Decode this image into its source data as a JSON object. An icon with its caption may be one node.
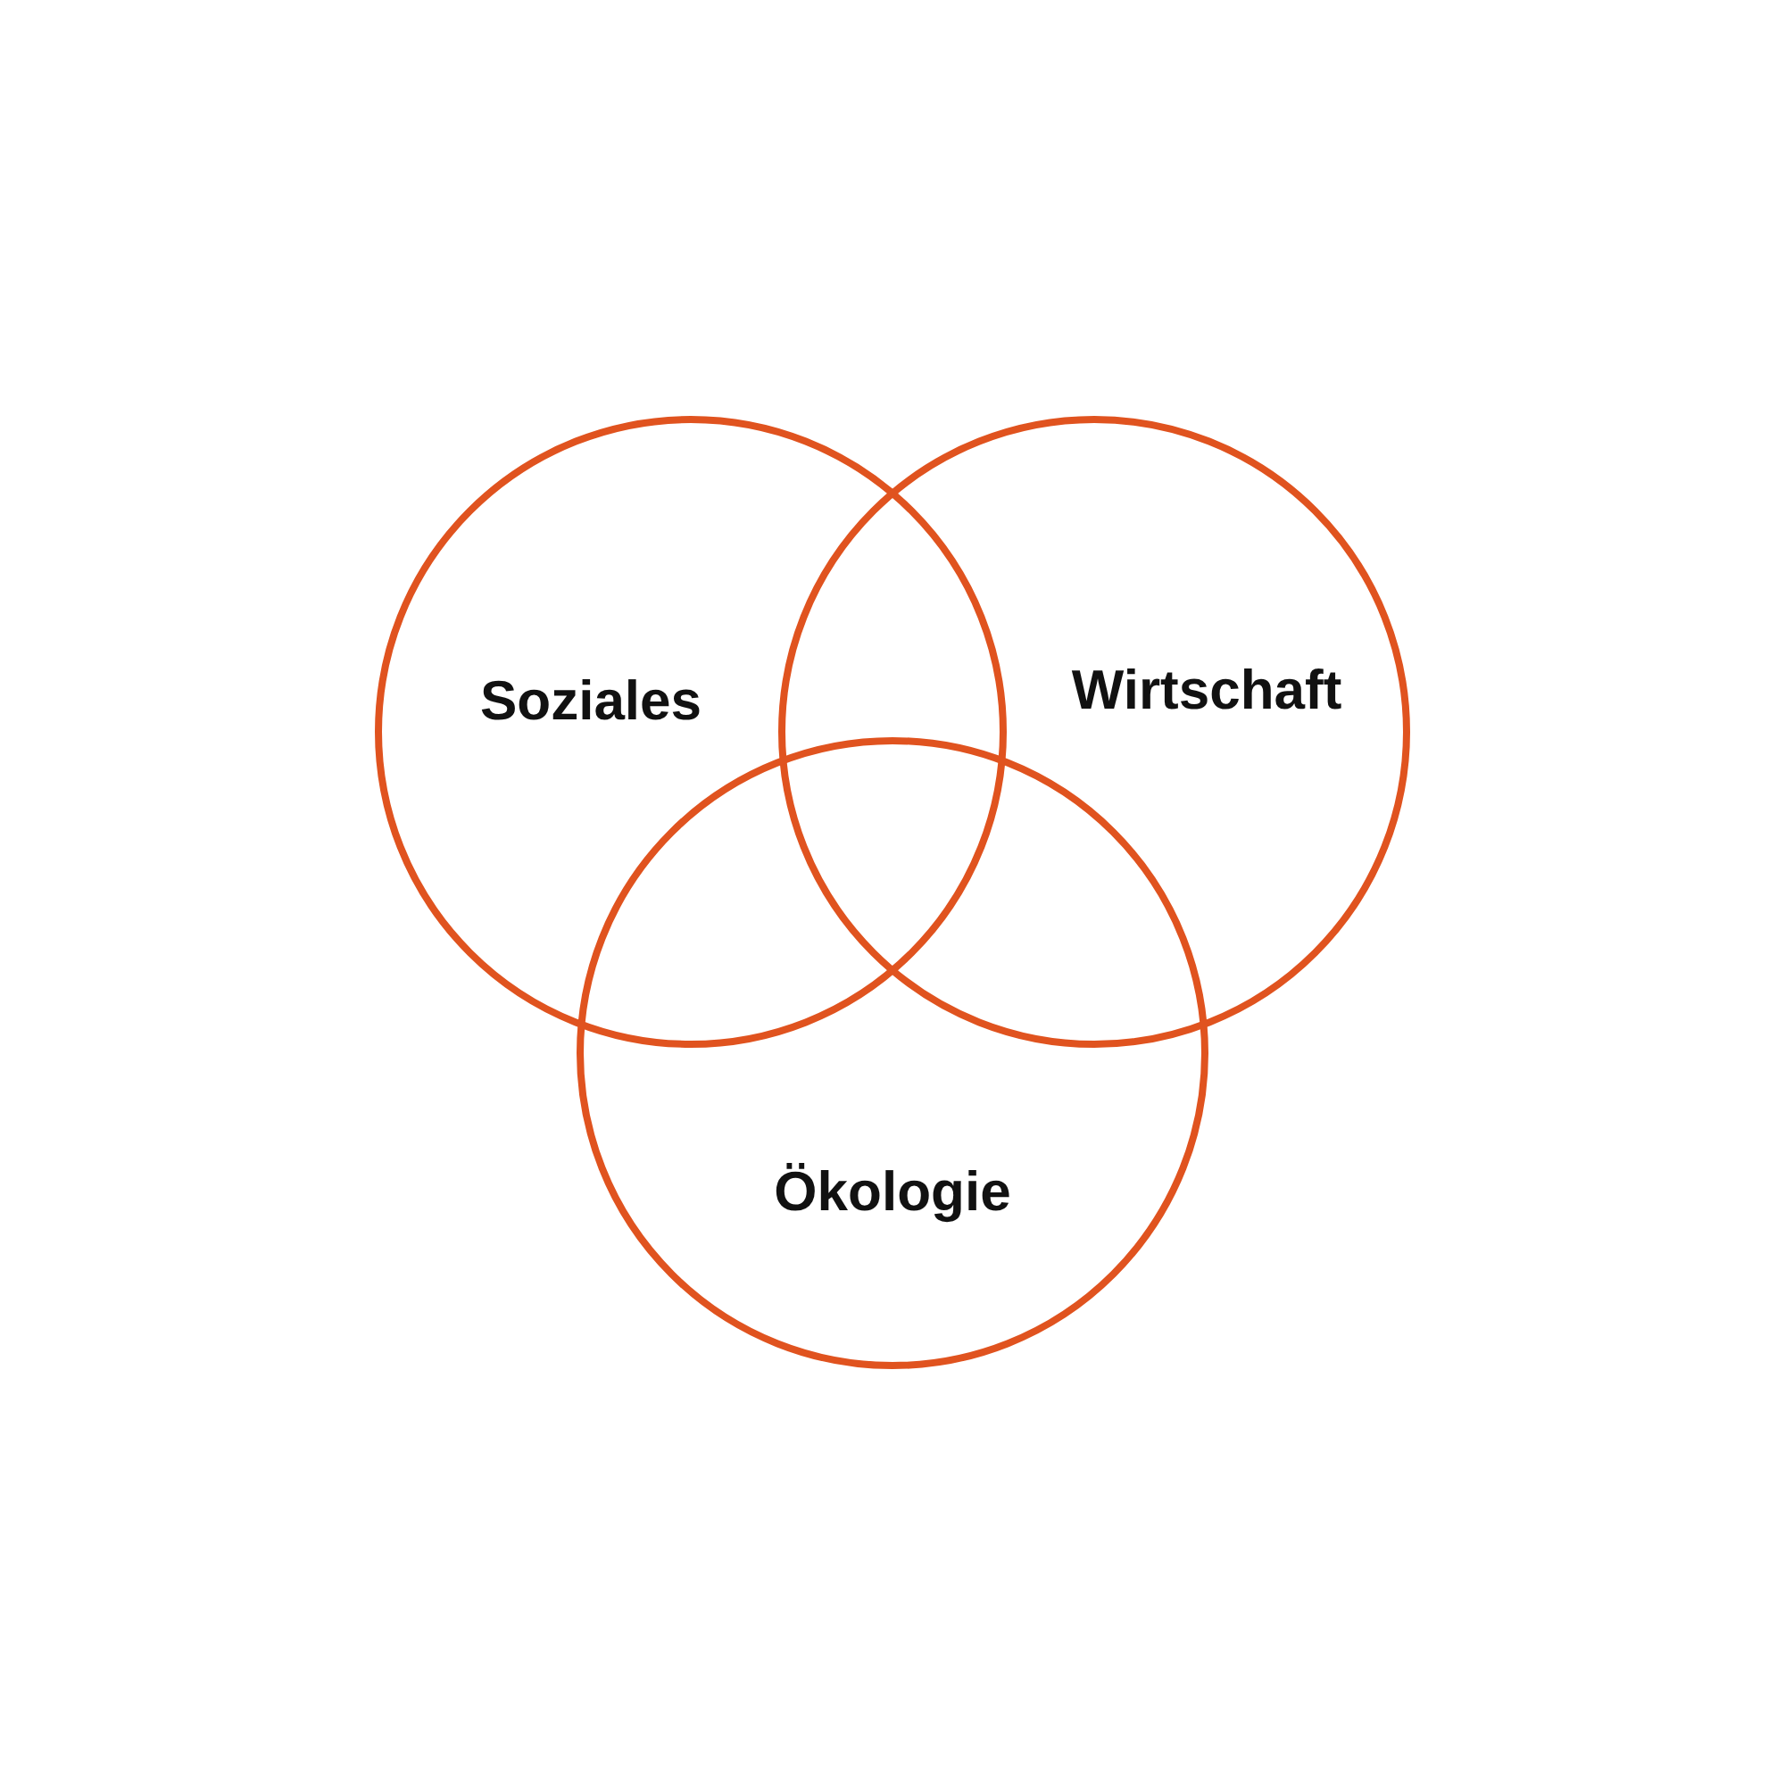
{
  "diagram": {
    "nodes": [
      {
        "text": [
          "Soziales"
        ]
      },
      {
        "text": [
          "Wirtschaft"
        ]
      },
      {
        "text": [
          "Ökologie"
        ]
      }
    ]
  }
}
